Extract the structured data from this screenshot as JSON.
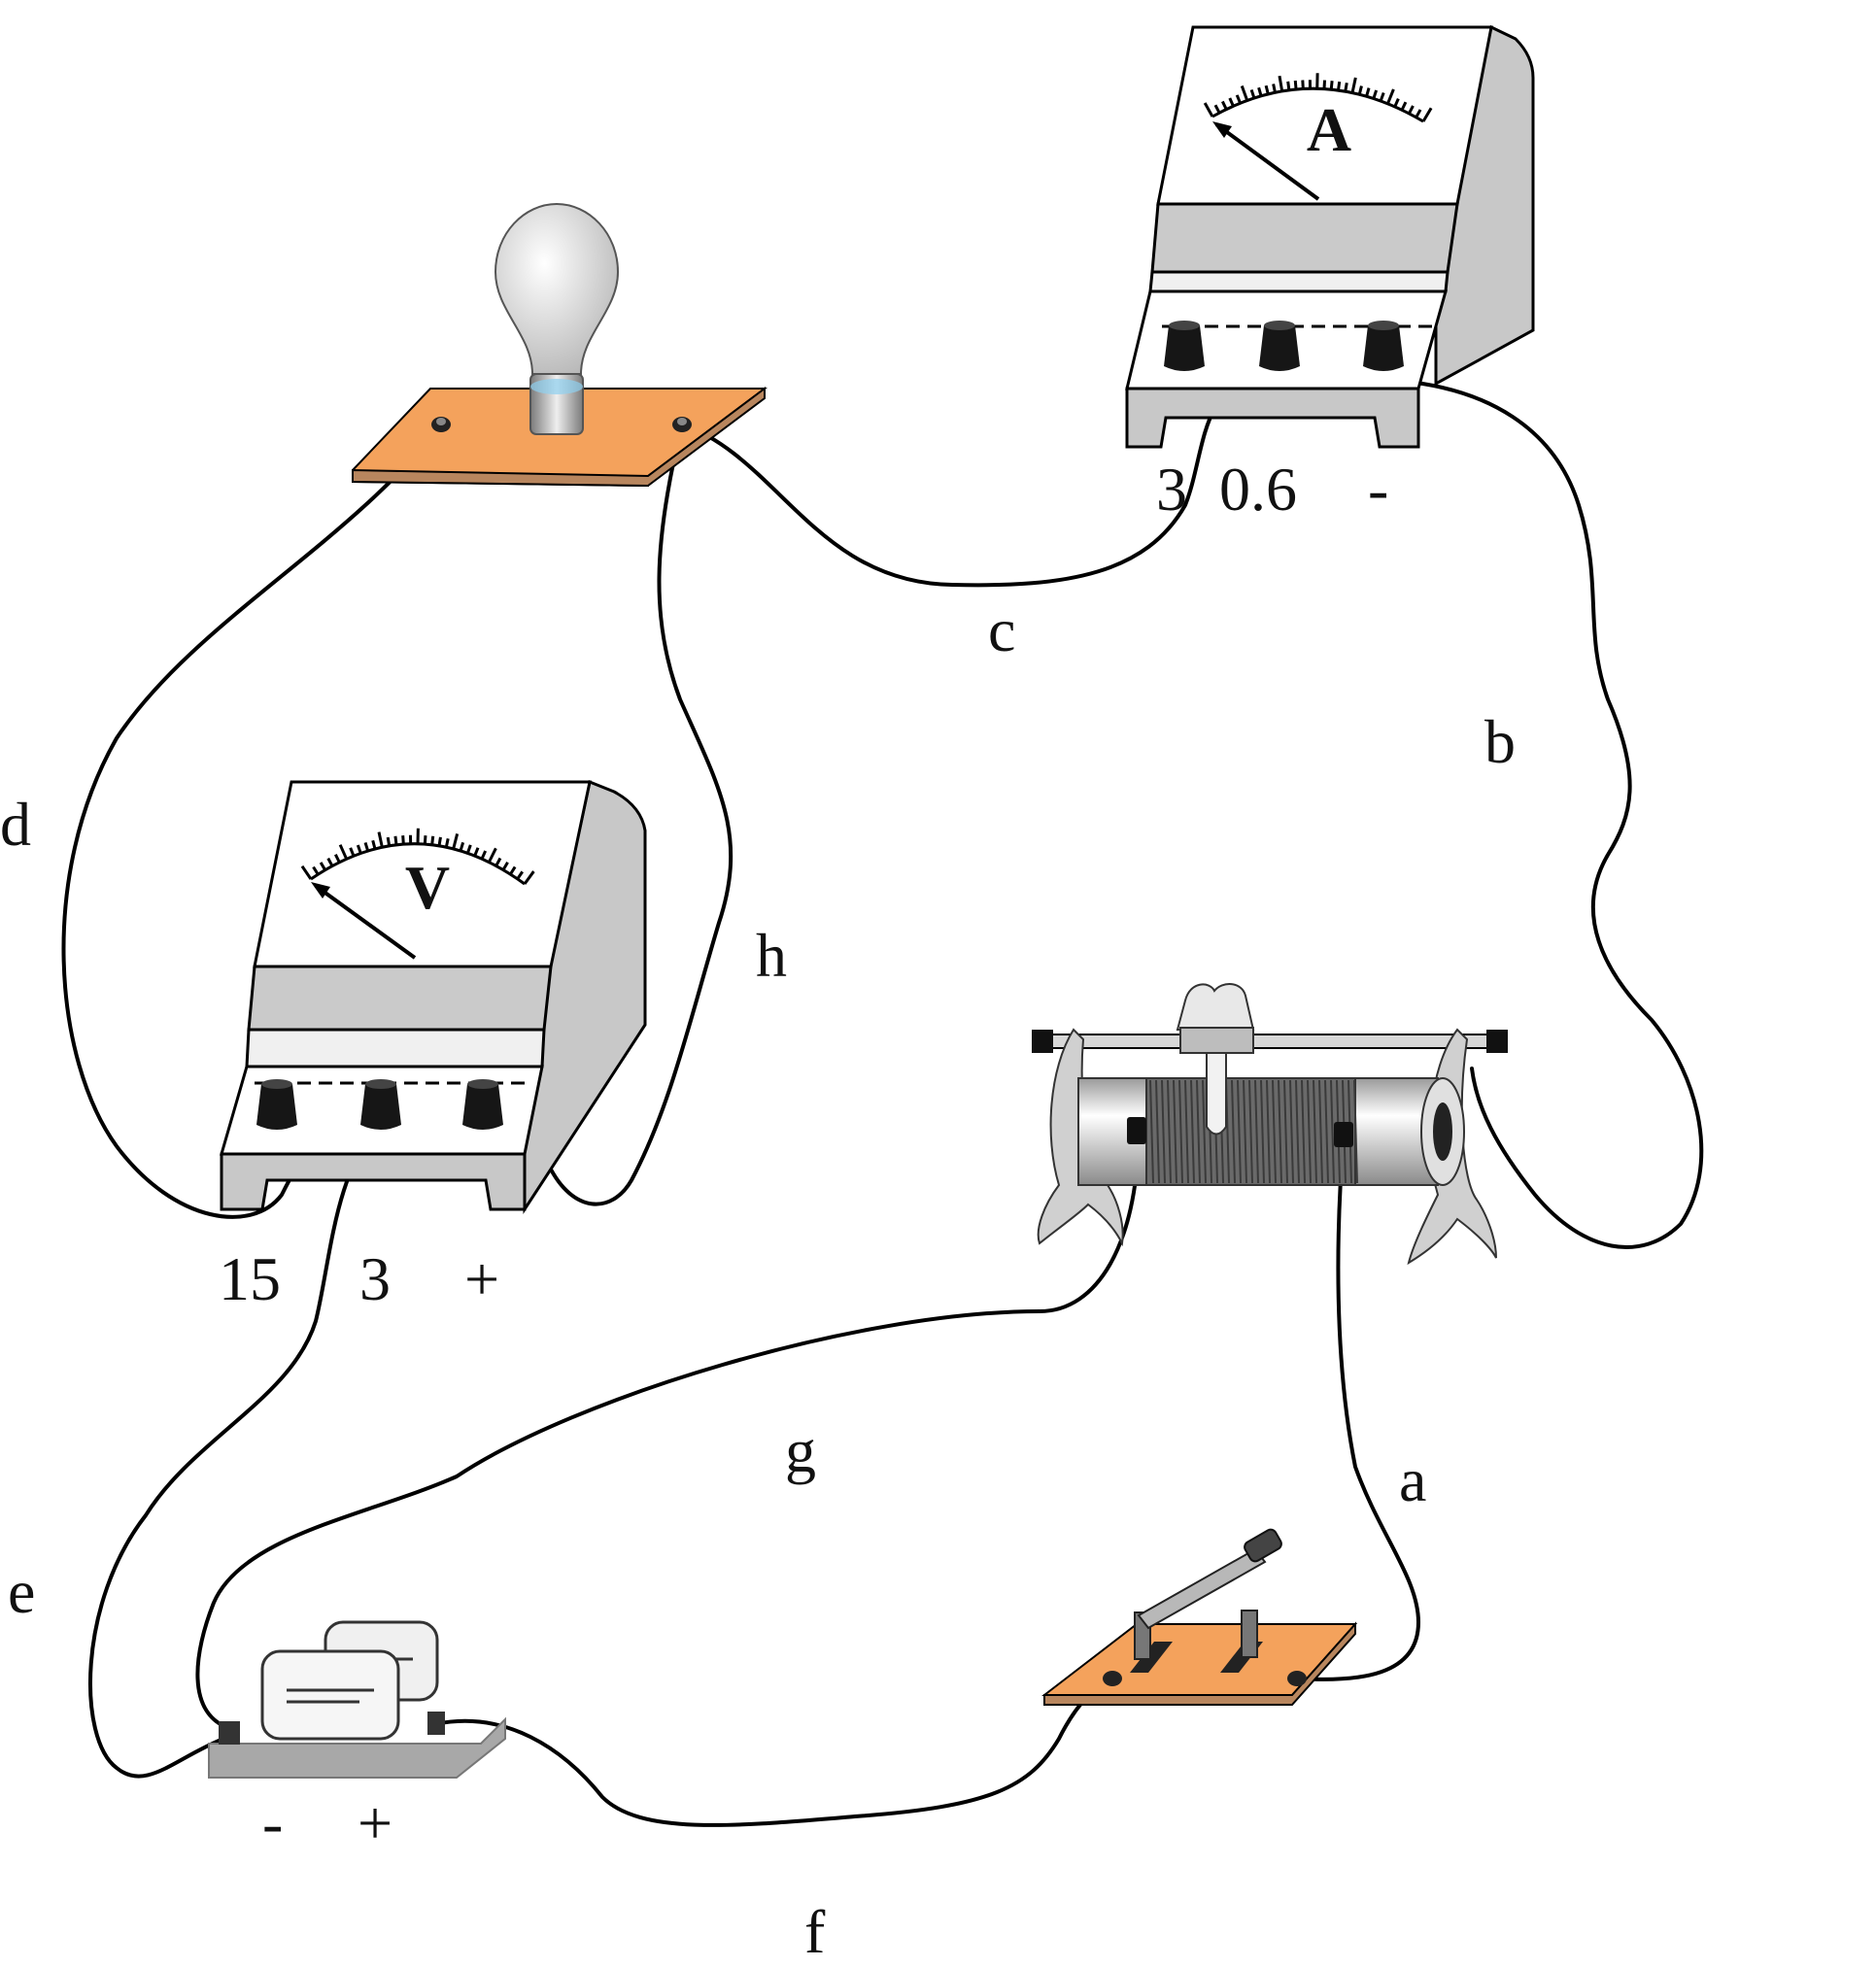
{
  "components": {
    "ammeter": {
      "symbol": "A",
      "terminals": [
        "3",
        "0.6",
        "-"
      ]
    },
    "voltmeter": {
      "symbol": "V",
      "terminals": [
        "15",
        "3",
        "+"
      ]
    },
    "battery": {
      "terminals": [
        "-",
        "+"
      ]
    },
    "lamp": {},
    "rheostat": {},
    "switch": {}
  },
  "wires": [
    {
      "id": "a",
      "label": "a"
    },
    {
      "id": "b",
      "label": "b"
    },
    {
      "id": "c",
      "label": "c"
    },
    {
      "id": "d",
      "label": "d"
    },
    {
      "id": "e",
      "label": "e"
    },
    {
      "id": "f",
      "label": "f"
    },
    {
      "id": "g",
      "label": "g"
    },
    {
      "id": "h",
      "label": "h"
    }
  ],
  "colors": {
    "board": "#f4a25c",
    "board_edge": "#b8865e",
    "meter_body": "#c8c8c8",
    "meter_face": "#ffffff",
    "terminal": "#222222",
    "wire": "#000000"
  }
}
